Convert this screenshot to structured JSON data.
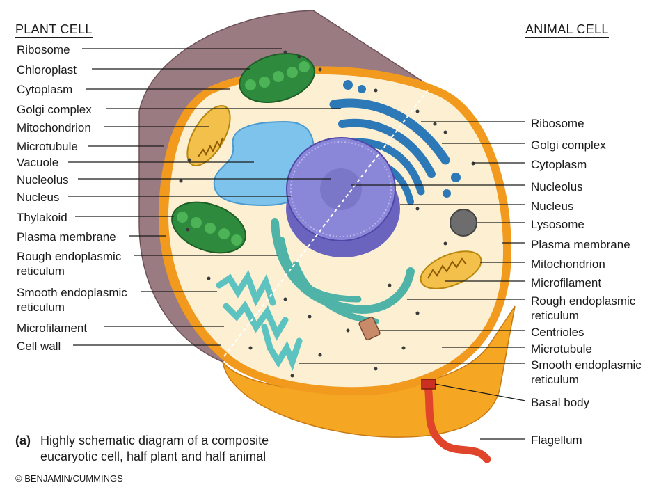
{
  "headings": {
    "plant": "PLANT CELL",
    "animal": "ANIMAL CELL"
  },
  "labels": {
    "plant": [
      "Ribosome",
      "Chloroplast",
      "Cytoplasm",
      "Golgi complex",
      "Mitochondrion",
      "Microtubule",
      "Vacuole",
      "Nucleolus",
      "Nucleus",
      "Thylakoid",
      "Plasma membrane",
      "Rough endoplasmic",
      "reticulum",
      "Smooth endoplasmic",
      "reticulum",
      "Microfilament",
      "Cell wall"
    ],
    "animal": [
      "Ribosome",
      "Golgi complex",
      "Cytoplasm",
      "Nucleolus",
      "Nucleus",
      "Lysosome",
      "Plasma membrane",
      "Mitochondrion",
      "Microfilament",
      "Rough endoplasmic",
      "reticulum",
      "Centrioles",
      "Microtubule",
      "Smooth endoplasmic",
      "reticulum",
      "Basal body",
      "Flagellum"
    ]
  },
  "caption": {
    "letter": "(a)",
    "line1": "Highly schematic diagram of a composite",
    "line2": "eucaryotic cell, half plant and half animal"
  },
  "copyright": "© BENJAMIN/CUMMINGS",
  "colors": {
    "cell_wall": "#9b7b82",
    "membrane": "#f19a1e",
    "cytoplasm": "#fcefd2",
    "chloroplast": "#2e8b3d",
    "vacuole": "#7ec3ec",
    "nucleus": "#8a86d8",
    "golgi": "#2d79b8",
    "rough_er": "#4fb3a8",
    "mitochondrion": "#f3c04c",
    "flagellum": "#e0442a"
  }
}
